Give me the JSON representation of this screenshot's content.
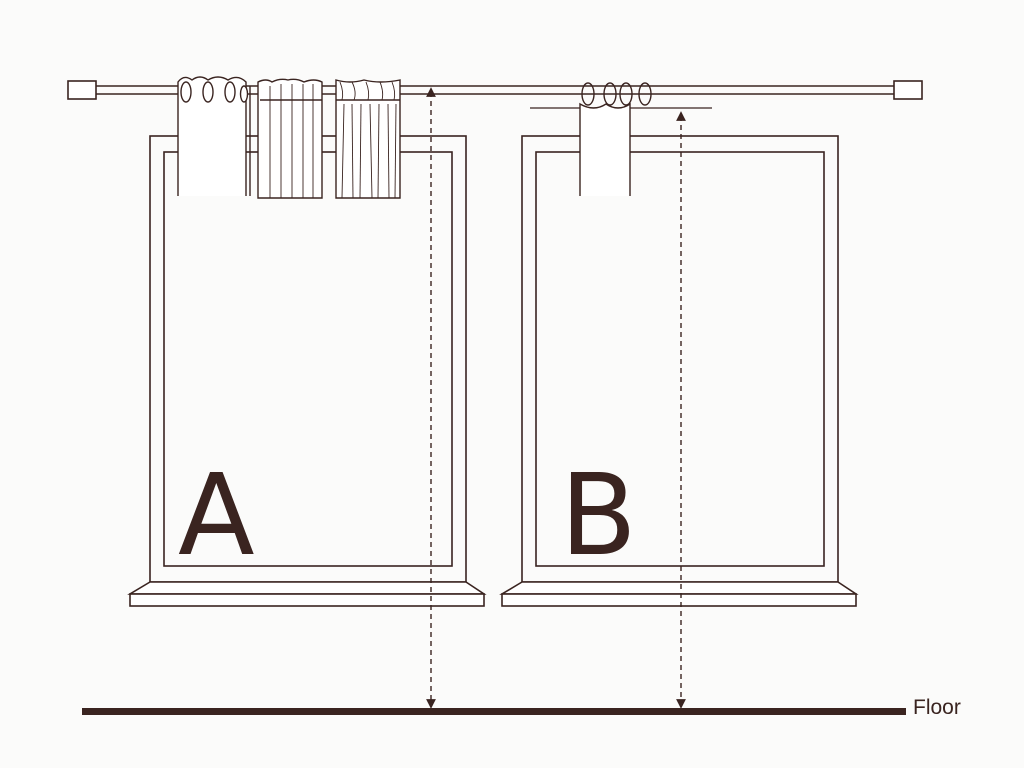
{
  "diagram": {
    "labels": {
      "option_a": "A",
      "option_b": "B",
      "floor": "Floor"
    },
    "colors": {
      "line": "#3a2420",
      "background": "#fbfbfa",
      "fill": "#ffffff"
    }
  }
}
